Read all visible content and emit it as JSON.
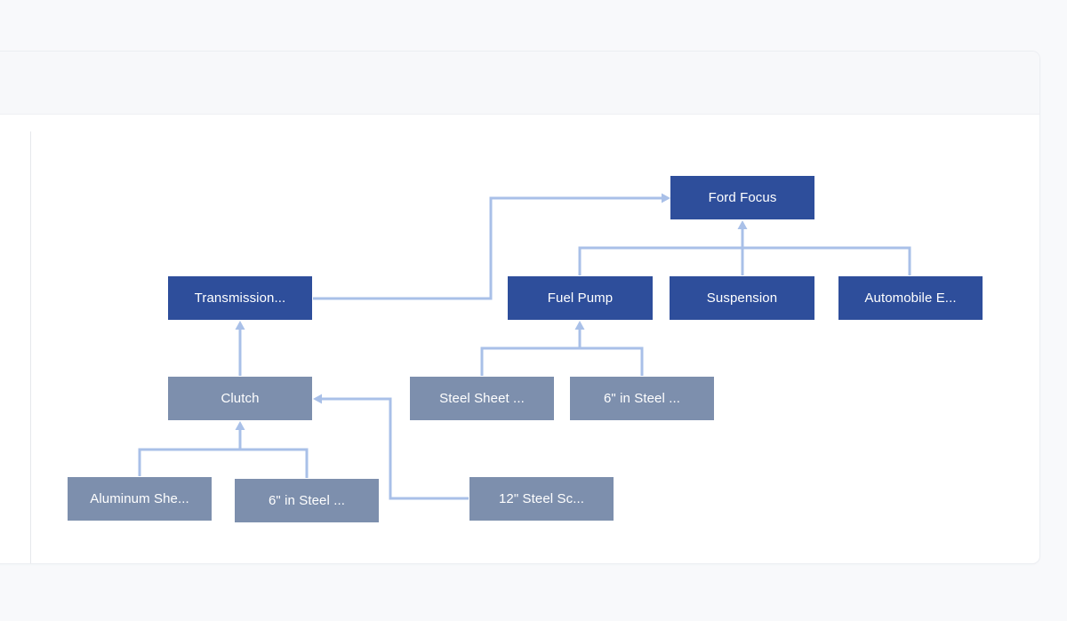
{
  "diagram": {
    "colors": {
      "primary_node": "#2e4e9b",
      "secondary_node": "#7d8fad",
      "edge": "#a9c0e8",
      "background": "#f8f9fb",
      "card": "#ffffff"
    },
    "nodes": {
      "ford_focus": "Ford Focus",
      "transmission": "Transmission...",
      "fuel_pump": "Fuel Pump",
      "suspension": "Suspension",
      "automobile_e": "Automobile E...",
      "clutch": "Clutch",
      "steel_sheet": "Steel Sheet ...",
      "steel_6in_a": "6\" in Steel ...",
      "aluminum_sheet": "Aluminum She...",
      "steel_6in_b": "6\" in Steel ...",
      "steel_screw_12in": "12\" Steel Sc..."
    }
  }
}
